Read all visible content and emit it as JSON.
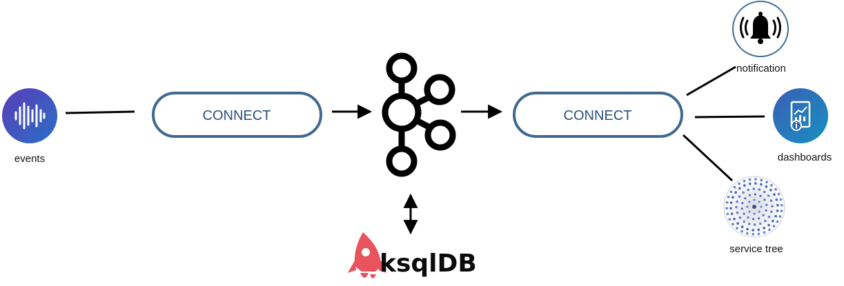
{
  "nodes": {
    "events": {
      "label": "events",
      "icon": "soundwave-icon"
    },
    "connect_left": {
      "label": "CONNECT"
    },
    "kafka": {
      "icon": "kafka-logo-icon"
    },
    "connect_right": {
      "label": "CONNECT"
    },
    "notification": {
      "label": "notification",
      "icon": "bell-icon"
    },
    "dashboards": {
      "label": "dashboards",
      "icon": "dashboard-report-icon"
    },
    "service_tree": {
      "label": "service tree",
      "icon": "service-tree-graph-icon"
    },
    "ksqldb": {
      "label": "ksqlDB",
      "icon": "rocket-icon"
    }
  },
  "colors": {
    "connect_border": "#41698f",
    "connect_text": "#2b4f7a",
    "events_gradient": [
      "#4a3fb0",
      "#2f6cc4"
    ],
    "dashboards_gradient": [
      "#2f66b6",
      "#1d8fbf"
    ],
    "rocket": "#e8535d"
  }
}
